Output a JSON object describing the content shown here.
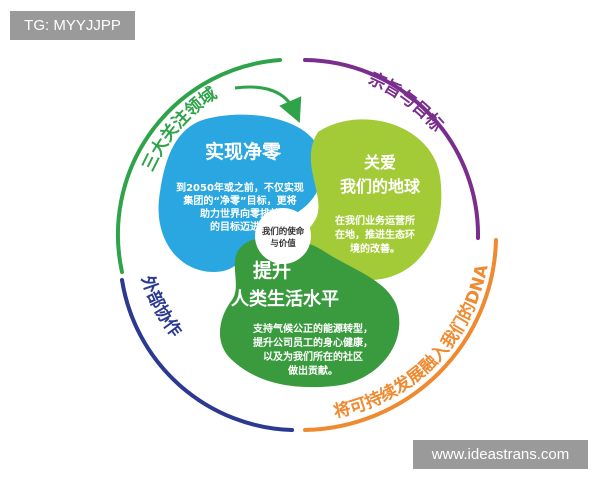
{
  "tag": "TG: MYYJJPP",
  "watermark": "www.ideastrans.com",
  "center": {
    "line1": "我们的使命",
    "line2": "与价值"
  },
  "ring": {
    "green": {
      "label": "三大关注领域",
      "color": "#2fa34a"
    },
    "purple": {
      "label": "宗旨与目标",
      "color": "#7b2d8e"
    },
    "orange": {
      "label": "将可持续发展融入我们的DNA",
      "color": "#f08a30"
    },
    "navy": {
      "label": "外部协作",
      "color": "#2b3990"
    }
  },
  "petals": {
    "blue": {
      "title": "实现净零",
      "color": "#2aa6e0",
      "lines": [
        "到2050年或之前，不仅实现",
        "集团的“净零”目标，更将",
        "助力世界向零排放",
        "的目标迈进。"
      ]
    },
    "lime": {
      "title_line1": "关爱",
      "title_line2": "我们的地球",
      "color": "#a3cb38",
      "lines": [
        "在我们业务运营所",
        "在地，推进生态环",
        "境的改善。"
      ]
    },
    "green": {
      "title_line1": "提升",
      "title_line2": "人类生活水平",
      "color": "#3a9a3e",
      "lines": [
        "支持气候公正的能源转型，",
        "提升公司员工的身心健康，",
        "以及为我们所在的社区",
        "做出贡献。"
      ]
    }
  }
}
